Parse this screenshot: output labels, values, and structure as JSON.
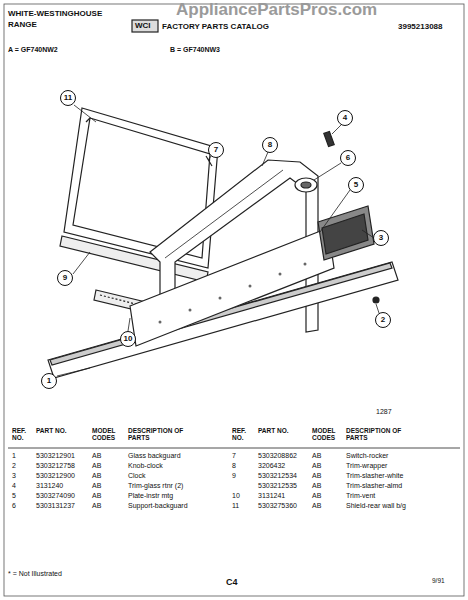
{
  "diagram": {
    "nodes": [
      {
        "text": [
          "11"
        ]
      },
      {
        "text": [
          "7"
        ]
      },
      {
        "text": [
          "8"
        ]
      },
      {
        "text": [
          "4"
        ]
      },
      {
        "text": [
          "6"
        ]
      },
      {
        "text": [
          "5"
        ]
      },
      {
        "text": [
          "3"
        ]
      },
      {
        "text": [
          "9"
        ]
      },
      {
        "text": [
          "2"
        ]
      },
      {
        "text": [
          "10"
        ]
      },
      {
        "text": [
          "1"
        ]
      }
    ],
    "edges": [],
    "labels": [
      "WHITE-WESTINGHOUSE",
      "RANGE",
      "WCI",
      "FACTORY PARTS CATALOG",
      "3995213088",
      "A = GF740NW2",
      "B = GF740NW3",
      "AppliancePartsPros.com",
      "1287",
      "REF. NO.",
      "PART NO.",
      "MODEL CODES",
      "DESCRIPTION OF PARTS",
      "REF. NO.",
      "PART NO.",
      "MODEL CODES",
      "DESCRIPTION OF PARTS",
      "1",
      "5303212901",
      "AB",
      "Glass backguard",
      "2",
      "5303212758",
      "AB",
      "Knob-clock",
      "3",
      "5303212900",
      "AB",
      "Clock",
      "4",
      "3131240",
      "AB",
      "Trim-glass rtnr (2)",
      "5",
      "5303274090",
      "AB",
      "Plate-instr mtg",
      "6",
      "5303131237",
      "AB",
      "Support-backguard",
      "7",
      "5303208862",
      "AB",
      "Switch-rocker",
      "8",
      "3206432",
      "AB",
      "Trim-wrapper",
      "9",
      "5303212534",
      "AB",
      "Trim-slasher-white",
      "5303212535",
      "AB",
      "Trim-slasher-almd",
      "10",
      "3131241",
      "AB",
      "Trim-vent",
      "11",
      "5303275360",
      "AB",
      "Shield-rear wall b/g",
      "* = Not Illustrated",
      "C4",
      "9/91"
    ]
  }
}
